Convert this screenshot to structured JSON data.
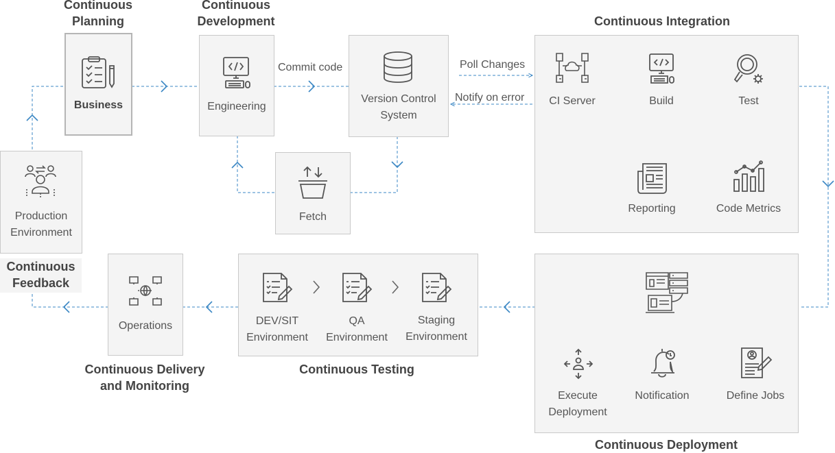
{
  "stages": {
    "planning": "Continuous\nPlanning",
    "development": "Continuous\nDevelopment",
    "integration": "Continuous Integration",
    "feedback": "Continuous\nFeedback",
    "delivery": "Continuous Delivery\nand Monitoring",
    "testing": "Continuous Testing",
    "deployment": "Continuous Deployment"
  },
  "nodes": {
    "business": "Business",
    "engineering": "Engineering",
    "vcs": "Version Control\nSystem",
    "fetch": "Fetch",
    "ci_server": "CI Server",
    "build": "Build",
    "test": "Test",
    "reporting": "Reporting",
    "code_metrics": "Code Metrics",
    "production": "Production\nEnvironment",
    "operations": "Operations",
    "dev_sit": "DEV/SIT\nEnvironment",
    "qa": "QA\nEnvironment",
    "staging": "Staging\nEnvironment",
    "execute": "Execute\nDeployment",
    "notification": "Notification",
    "define_jobs": "Define Jobs"
  },
  "edges": {
    "commit": "Commit code",
    "poll": "Poll Changes",
    "notify": "Notify on error"
  },
  "icons": [
    "clipboard-icon",
    "monitor-code-icon",
    "database-icon",
    "basket-exchange-icon",
    "network-server-icon",
    "build-monitor-icon",
    "magnifier-gear-icon",
    "report-icon",
    "bar-chart-icon",
    "users-exchange-icon",
    "globe-network-icon",
    "checklist-icon",
    "server-rack-icon",
    "move-icon",
    "bell-icon",
    "profile-form-icon"
  ],
  "colors": {
    "connector": "#3b87c4",
    "box_fill": "#f4f4f4",
    "box_border": "#c9c9c9",
    "icon": "#555555"
  }
}
